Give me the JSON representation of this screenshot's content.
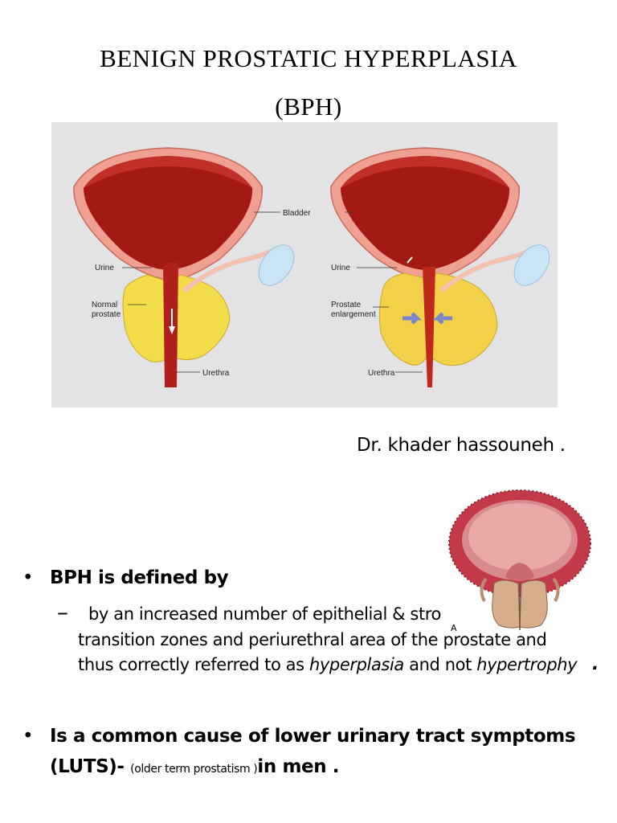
{
  "title": {
    "line1": "BENIGN PROSTATIC HYPERPLASIA",
    "line2": "(BPH)"
  },
  "figure": {
    "left_labels": {
      "bladder": "Bladder",
      "urine": "Urine",
      "normal_prostate_1": "Normal",
      "normal_prostate_2": "prostate",
      "urethra": "Urethra"
    },
    "right_labels": {
      "urine": "Urine",
      "enlargement_1": "Prostate",
      "enlargement_2": "enlargement",
      "urethra": "Urethra"
    }
  },
  "author": "Dr. khader hassouneh .",
  "figure2_label": "A",
  "bullets": {
    "marker": "•",
    "dash": "–",
    "b1": "BPH is defined by",
    "sub_line1": "by an increased number of epithelial & stro",
    "sub_line2": "transition zones and periurethral area  of the prostate and",
    "sub_line3_pre": "thus correctly referred to as ",
    "sub_line3_em1": "hyperplasia",
    "sub_line3_mid": " and not ",
    "sub_line3_em2": "hypertrophy",
    "sub_line3_end": ".",
    "b2_line1": "Is a common cause of lower urinary tract symptoms",
    "b2_line2_pre": "(LUTS)- ",
    "b2_line2_small": "(older term prostatism )",
    "b2_line2_post": "in men ."
  }
}
